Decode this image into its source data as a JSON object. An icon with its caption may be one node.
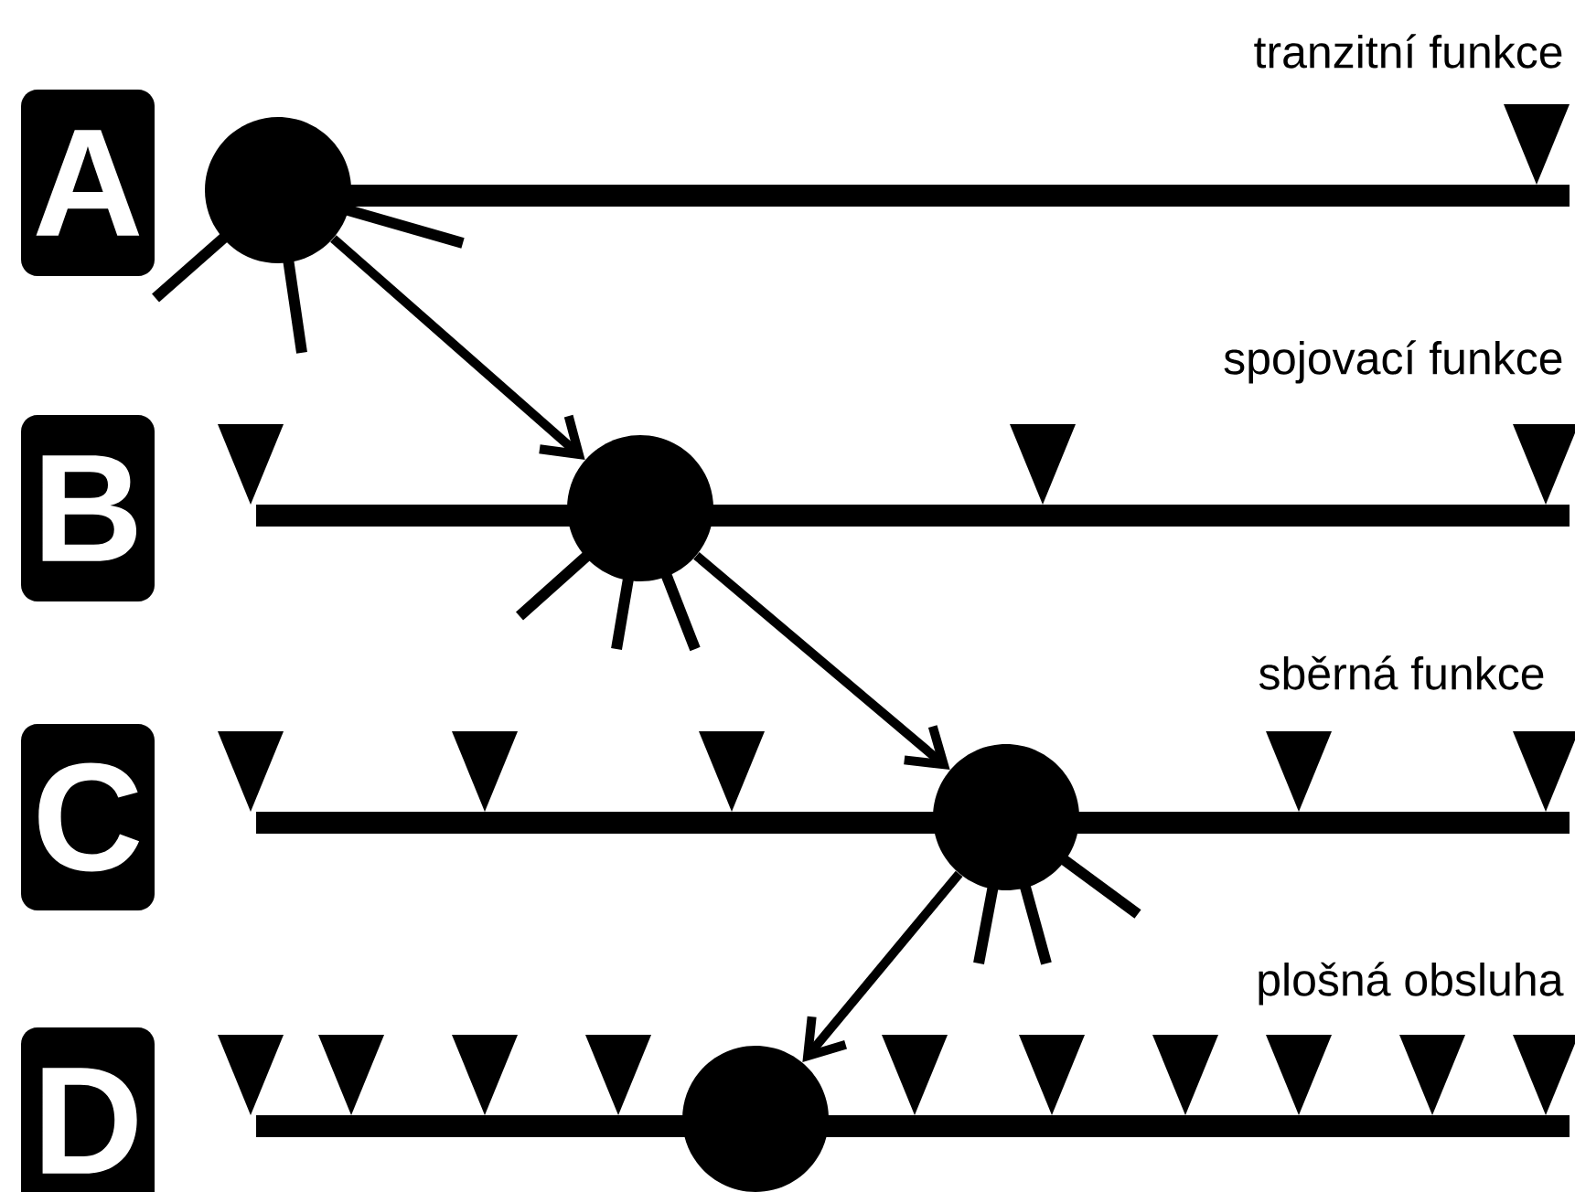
{
  "diagram": {
    "nodes": [
      {
        "text": [
          "A"
        ]
      },
      {
        "text": [],
        "shape": "circle"
      },
      {
        "text": [
          "B"
        ]
      },
      {
        "text": [],
        "shape": "circle"
      },
      {
        "text": [
          "C"
        ]
      },
      {
        "text": [],
        "shape": "circle"
      },
      {
        "text": [
          "D"
        ]
      },
      {
        "text": [],
        "shape": "circle"
      }
    ],
    "edges": [
      {
        "from": 1,
        "to": 3,
        "arrow": "to"
      },
      {
        "from": 3,
        "to": 5,
        "arrow": "to"
      },
      {
        "from": 5,
        "to": 7,
        "arrow": "to"
      }
    ],
    "labels": [
      "tranzitní funkce",
      "spojovací funkce",
      "sběrná funkce",
      "plošná obsluha"
    ]
  }
}
